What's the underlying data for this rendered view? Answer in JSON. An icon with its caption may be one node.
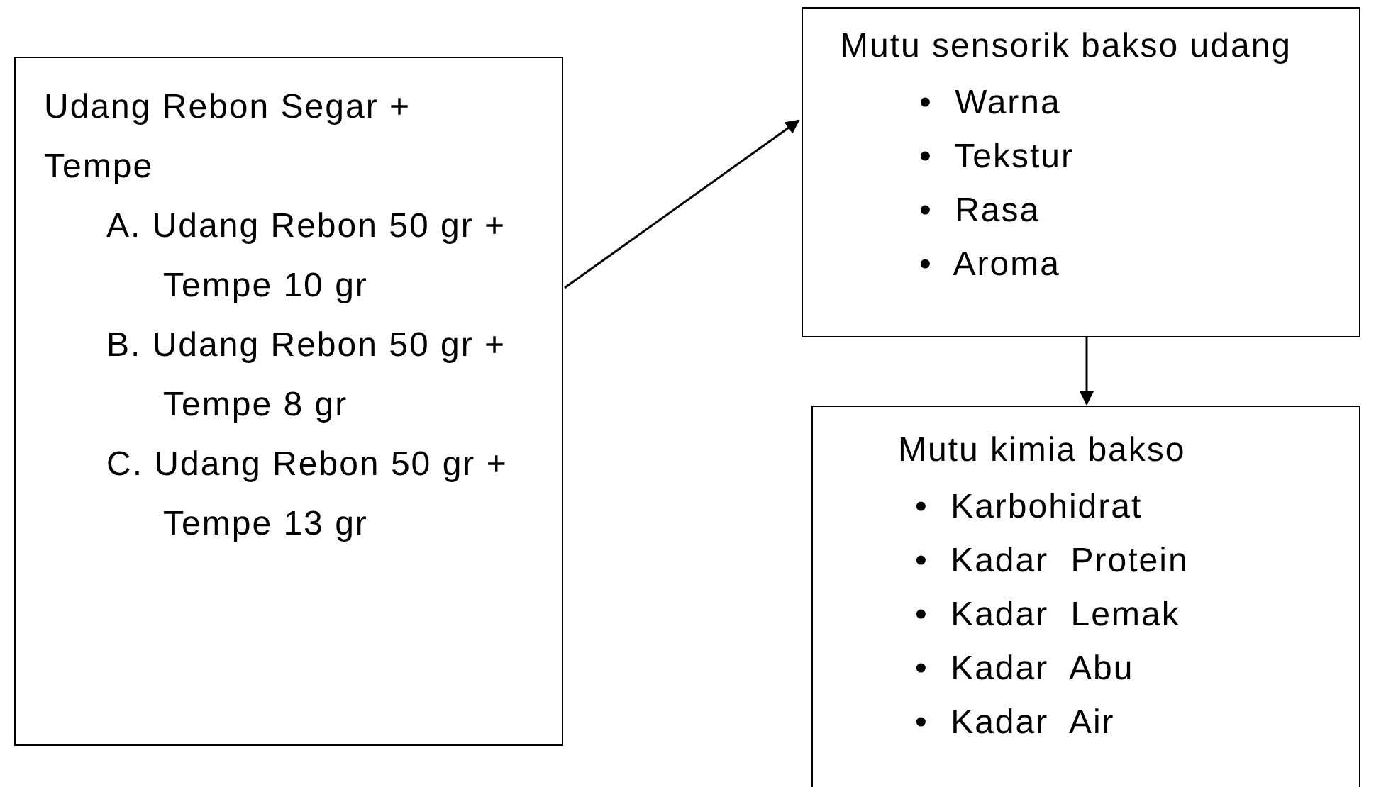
{
  "diagram": {
    "nodes": [
      {
        "text": [
          "Udang Rebon Segar + Tempe",
          "A. Udang Rebon 50 gr + Tempe 10 gr",
          "B. Udang Rebon 50 gr + Tempe 8 gr",
          "C. Udang Rebon 50 gr + Tempe 13 gr"
        ]
      },
      {
        "text": [
          "Mutu sensorik bakso udang",
          "• Warna",
          "• Tekstur",
          "• Rasa",
          "• Aroma"
        ]
      },
      {
        "text": [
          "Mutu kimia bakso",
          "• Karbohidrat",
          "• Kadar Protein",
          "• Kadar Lemak",
          "• Kadar Abu",
          "• Kadar Air"
        ]
      }
    ],
    "edges": [
      {
        "from": 0,
        "to": 1,
        "arrow": "to"
      },
      {
        "from": 1,
        "to": 2,
        "arrow": "to"
      }
    ]
  }
}
